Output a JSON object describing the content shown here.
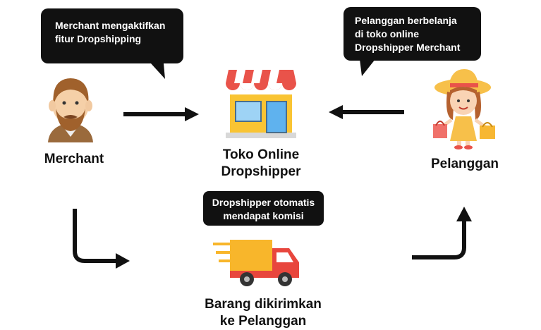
{
  "bubbles": {
    "merchant": [
      "Merchant mengaktifkan",
      "fitur Dropshipping"
    ],
    "customer": [
      "Pelanggan berbelanja",
      "di toko online",
      "Dropshipper Merchant"
    ],
    "commission": [
      "Dropshipper otomatis",
      "mendapat komisi"
    ]
  },
  "labels": {
    "merchant": "Merchant",
    "store": [
      "Toko Online",
      "Dropshipper"
    ],
    "customer": "Pelanggan",
    "delivery": [
      "Barang dikirimkan",
      "ke Pelanggan"
    ]
  },
  "icons": {
    "merchant": "merchant-man-icon",
    "store": "shop-store-icon",
    "customer": "shopping-woman-icon",
    "delivery": "delivery-truck-icon"
  },
  "colors": {
    "bubble": "#111111",
    "awning_red": "#e9534a",
    "store_yellow": "#f9c433",
    "truck_red": "#e8463d",
    "truck_yellow": "#f8b62b"
  }
}
